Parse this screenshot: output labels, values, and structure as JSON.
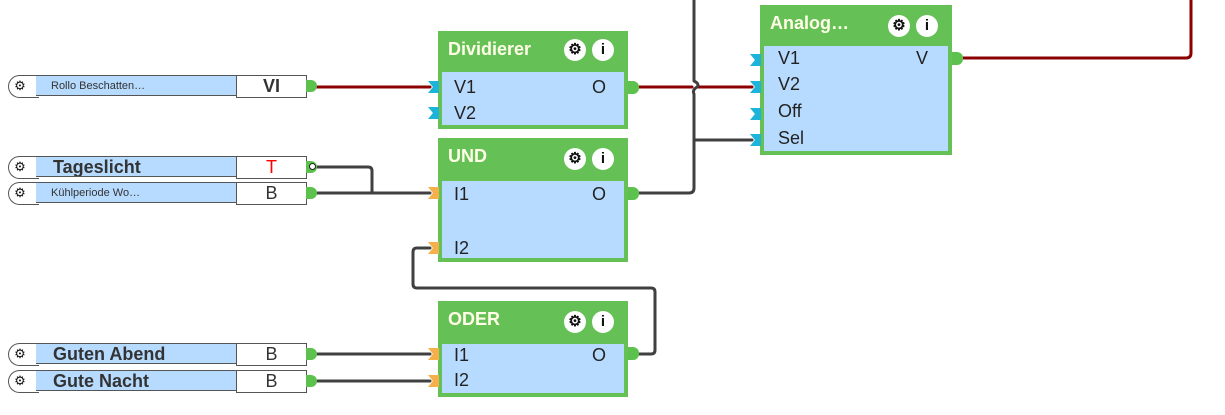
{
  "inputs": [
    {
      "label": "Rollo Beschatten…",
      "type": "VI",
      "style": "small",
      "type_color": "#333333",
      "inverted": false
    },
    {
      "label": "Tageslicht",
      "type": "T",
      "style": "large",
      "type_color": "#ff0000",
      "inverted": true
    },
    {
      "label": "Kühlperiode Wo…",
      "type": "B",
      "style": "small",
      "type_color": "#333333",
      "inverted": false
    },
    {
      "label": "Guten Abend",
      "type": "B",
      "style": "large",
      "type_color": "#333333",
      "inverted": false
    },
    {
      "label": "Gute Nacht",
      "type": "B",
      "style": "large",
      "type_color": "#333333",
      "inverted": false
    }
  ],
  "blocks": {
    "dividierer": {
      "title": "Dividierer",
      "inputs": [
        "V1",
        "V2"
      ],
      "output": "O"
    },
    "und": {
      "title": "UND",
      "inputs": [
        "I1",
        "I2"
      ],
      "output": "O"
    },
    "oder": {
      "title": "ODER",
      "inputs": [
        "I1",
        "I2"
      ],
      "output": "O"
    },
    "analog": {
      "title": "Analog…",
      "inputs": [
        "V1",
        "V2",
        "Off",
        "Sel"
      ],
      "output": "V"
    }
  },
  "icons": {
    "gear": "⚙",
    "info": "i"
  },
  "colors": {
    "block_header": "#65c155",
    "block_body": "#b7dbff",
    "wire_analog": "#8b0000",
    "wire_bool": "#404040",
    "port_analog": "#1eb3d8",
    "port_bool": "#f6b04b",
    "port_out": "#5cc24d"
  }
}
